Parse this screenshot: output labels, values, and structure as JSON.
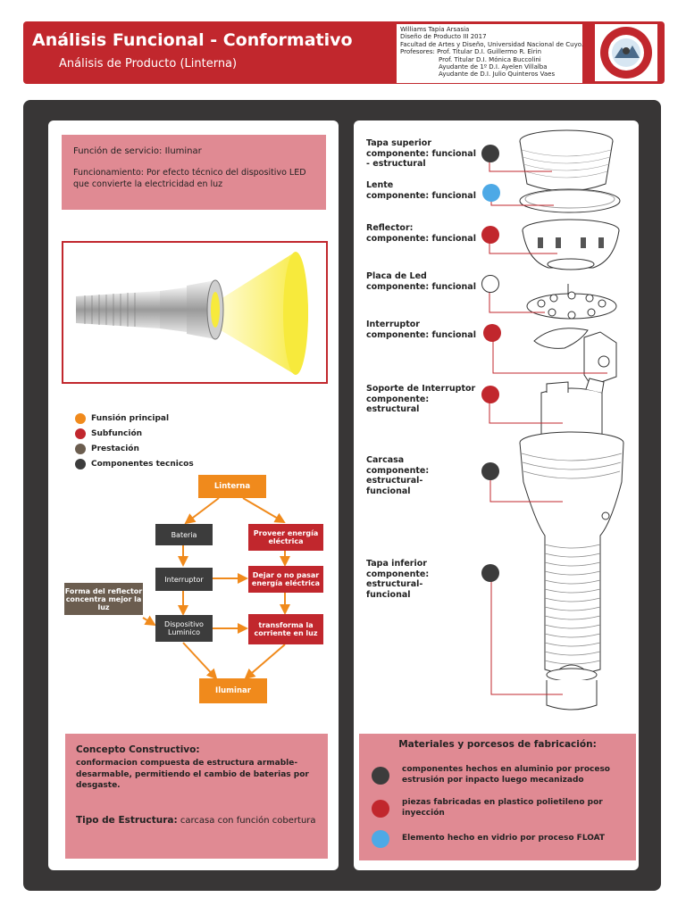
{
  "header": {
    "title": "Análisis Funcional - Conformativo",
    "subtitle": "Análisis de Producto (Linterna)",
    "credits": [
      "Williams Tapia Arsasia",
      "Diseño de Producto III 2017",
      "Facultad de Artes y Diseño, Universidad Nacional de Cuyo.",
      "Profesores:  Prof. Titular D.I. Guillermo R. Eirin",
      "Prof. Titular D.I.  Mónica Buccolini",
      "Ayudante de 1º D.I.  Ayelen Villalba",
      "Ayudante de D.I.  Julio Quinteros Vaes"
    ]
  },
  "funcion": {
    "servicio_label": "Función de servicio:",
    "servicio_value": "Iluminar",
    "funcionamiento_label": "Funcionamiento:",
    "funcionamiento_value": "Por efecto técnico del dispositivo LED que convierte la electricidad en luz"
  },
  "legend": [
    {
      "label": "Funsión principal",
      "color": "#f08a1c"
    },
    {
      "label": "Subfunción",
      "color": "#c1272d"
    },
    {
      "label": "Prestación",
      "color": "#6b5d4f"
    },
    {
      "label": "Componentes tecnicos",
      "color": "#3c3c3c"
    }
  ],
  "diagram": {
    "linterna": "Linterna",
    "bateria": "Bateria",
    "proveer": "Proveer energía eléctrica",
    "interruptor": "Interruptor",
    "dejar": "Dejar o no pasar energía eléctrica",
    "forma": "Forma del reflector concentra mejor la luz",
    "dispositivo": "Dispositivo Luminico",
    "transforma": "transforma la corriente en luz",
    "iluminar": "Iluminar"
  },
  "concepto": {
    "title": "Concepto Constructivo:",
    "body": "conformacion compuesta de estructura armable-desarmable, permitiendo el cambio de baterias por desgaste.",
    "tipo_label": "Tipo de Estructura:",
    "tipo_value": "carcasa con función cobertura"
  },
  "components": [
    {
      "name": "Tapa superior",
      "type": "componente: funcional - estructural",
      "color": "#3c3c3c"
    },
    {
      "name": "Lente",
      "type": "componente: funcional",
      "color": "#4da9e6"
    },
    {
      "name": "Reflector:",
      "type": "componente: funcional",
      "color": "#c1272d"
    },
    {
      "name": "Placa de Led",
      "type": "componente: funcional",
      "color": "#ffffff"
    },
    {
      "name": "Interruptor",
      "type": "componente: funcional",
      "color": "#c1272d"
    },
    {
      "name": "Soporte de Interruptor",
      "type": "componente: estructural",
      "color": "#c1272d"
    },
    {
      "name": "Carcasa",
      "type": "componente: estructural-funcional",
      "color": "#3c3c3c"
    },
    {
      "name": "Tapa inferior",
      "type": "componente: estructural-funcional",
      "color": "#3c3c3c"
    }
  ],
  "materiales": {
    "title": "Materiales y porcesos de fabricación:",
    "items": [
      {
        "text": "componentes hechos en aluminio por proceso estrusión por inpacto luego mecanizado",
        "color": "#3c3c3c"
      },
      {
        "text": "piezas fabricadas en plastico polietileno por inyección",
        "color": "#c1272d"
      },
      {
        "text": "Elemento hecho en vidrio por proceso FLOAT",
        "color": "#4da9e6"
      }
    ]
  }
}
